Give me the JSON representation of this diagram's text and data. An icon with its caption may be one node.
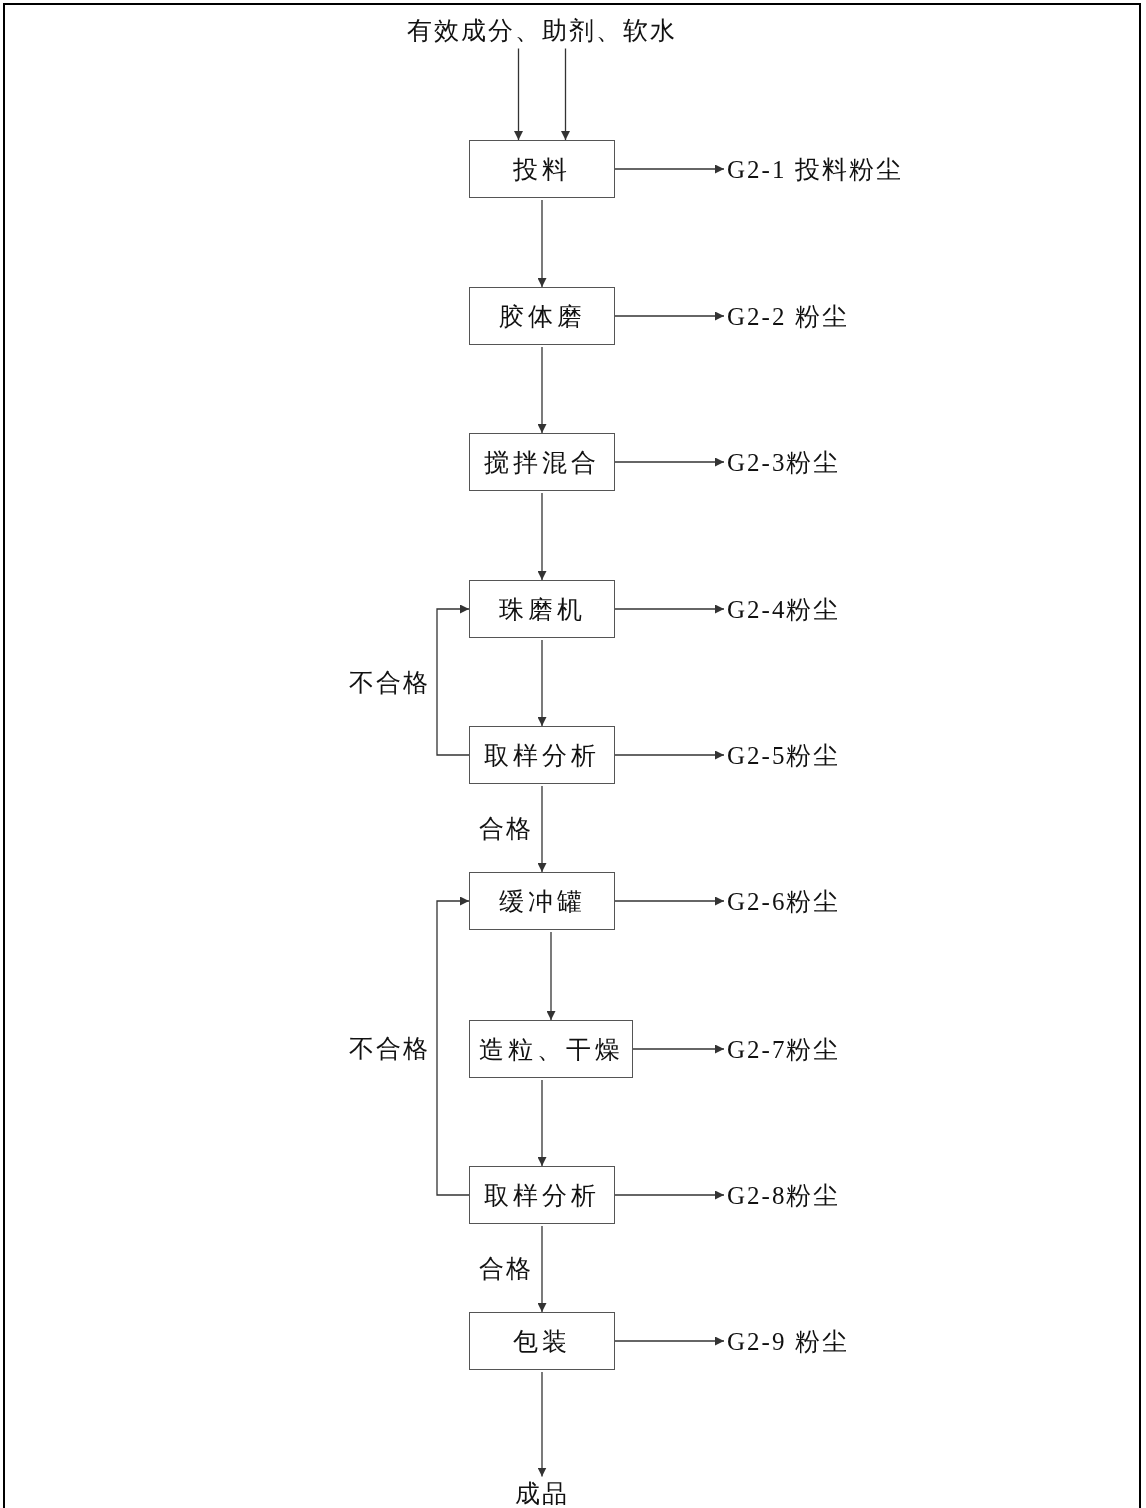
{
  "diagram": {
    "nodes": [
      {
        "text": [
          "有效成分、助剂、软水"
        ]
      },
      {
        "text": [
          "投料"
        ]
      },
      {
        "text": [
          "G2-1 投料粉尘"
        ]
      },
      {
        "text": [
          "胶体磨"
        ]
      },
      {
        "text": [
          "G2-2 粉尘"
        ]
      },
      {
        "text": [
          "搅拌混合"
        ]
      },
      {
        "text": [
          "G2-3粉尘"
        ]
      },
      {
        "text": [
          "珠磨机"
        ]
      },
      {
        "text": [
          "G2-4粉尘"
        ]
      },
      {
        "text": [
          "取样分析"
        ]
      },
      {
        "text": [
          "G2-5粉尘"
        ]
      },
      {
        "text": [
          "缓冲罐"
        ]
      },
      {
        "text": [
          "G2-6粉尘"
        ]
      },
      {
        "text": [
          "造粒、干燥"
        ]
      },
      {
        "text": [
          "G2-7粉尘"
        ]
      },
      {
        "text": [
          "取样分析"
        ]
      },
      {
        "text": [
          "G2-8粉尘"
        ]
      },
      {
        "text": [
          "包装"
        ]
      },
      {
        "text": [
          "G2-9 粉尘"
        ]
      },
      {
        "text": [
          "成品"
        ]
      }
    ],
    "edges": [
      {
        "from": 0,
        "to": 1,
        "arrow": "to"
      },
      {
        "from": 0,
        "to": 1,
        "arrow": "to"
      },
      {
        "from": 1,
        "to": 3,
        "arrow": "to"
      },
      {
        "from": 3,
        "to": 5,
        "arrow": "to"
      },
      {
        "from": 5,
        "to": 7,
        "arrow": "to"
      },
      {
        "from": 7,
        "to": 9,
        "arrow": "to"
      },
      {
        "from": 9,
        "to": 11,
        "arrow": "to",
        "label": "合格"
      },
      {
        "from": 11,
        "to": 13,
        "arrow": "to"
      },
      {
        "from": 13,
        "to": 15,
        "arrow": "to"
      },
      {
        "from": 15,
        "to": 17,
        "arrow": "to",
        "label": "合格"
      },
      {
        "from": 17,
        "to": 19,
        "arrow": "to"
      },
      {
        "from": 1,
        "to": 2,
        "arrow": "to"
      },
      {
        "from": 3,
        "to": 4,
        "arrow": "to"
      },
      {
        "from": 5,
        "to": 6,
        "arrow": "to"
      },
      {
        "from": 7,
        "to": 8,
        "arrow": "to"
      },
      {
        "from": 9,
        "to": 10,
        "arrow": "to"
      },
      {
        "from": 11,
        "to": 12,
        "arrow": "to"
      },
      {
        "from": 13,
        "to": 14,
        "arrow": "to"
      },
      {
        "from": 15,
        "to": 16,
        "arrow": "to"
      },
      {
        "from": 17,
        "to": 18,
        "arrow": "to"
      },
      {
        "from": 9,
        "to": 7,
        "arrow": "to",
        "label": "不合格"
      },
      {
        "from": 15,
        "to": 11,
        "arrow": "to",
        "label": "不合格"
      }
    ]
  }
}
